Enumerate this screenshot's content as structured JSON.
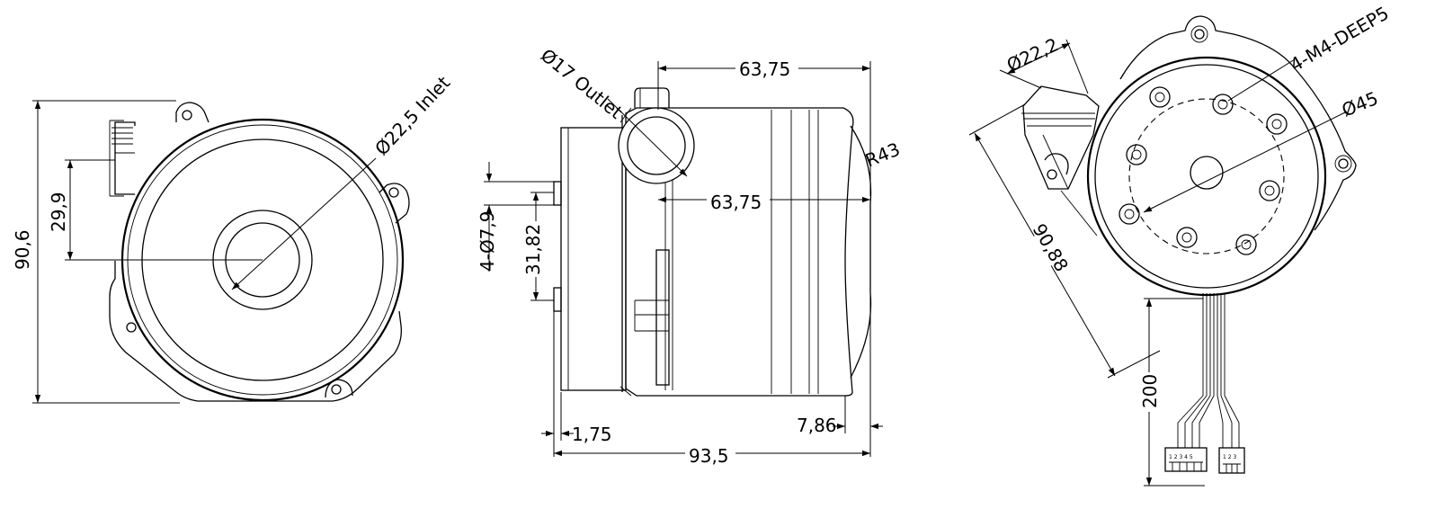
{
  "front_view": {
    "height_dim": "90,6",
    "inlet_offset_dim": "29,9",
    "inlet_label": "Ø22,5 Inlet"
  },
  "side_view": {
    "outlet_label": "Ø17 Outlet",
    "top_length_dim": "63,75",
    "mid_length_dim": "63,75",
    "radius_label": "R43",
    "holes_dim": "4-Ø7,9",
    "hole_spacing_dim": "31,82",
    "flange_dim": "1,75",
    "end_dim": "7,86",
    "overall_length_dim": "93,5"
  },
  "back_view": {
    "outlet_dia_dim": "Ø22,2",
    "thread_label": "4-M4-DEEP5",
    "bolt_circle_label": "Ø45",
    "diagonal_dim": "90,88",
    "lead_length_dim": "200",
    "connector_a_pins": "1 2 3 4 5",
    "connector_b_pins": "1 2 3"
  }
}
